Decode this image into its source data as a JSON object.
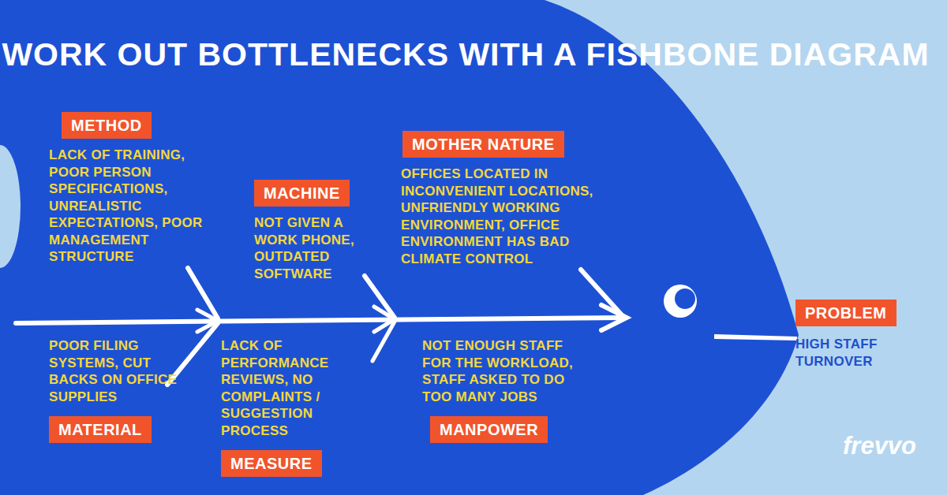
{
  "diagram": {
    "title": "WORK OUT BOTTLENECKS WITH A FISHBONE DIAGRAM",
    "nodes": [
      {
        "text": [
          "METHOD",
          "LACK OF TRAINING, POOR PERSON SPECIFICATIONS, UNREALISTIC EXPECTATIONS, POOR MANAGEMENT STRUCTURE"
        ]
      },
      {
        "text": [
          "MACHINE",
          "NOT GIVEN A WORK PHONE, OUTDATED SOFTWARE"
        ]
      },
      {
        "text": [
          "MOTHER NATURE",
          "OFFICES LOCATED IN INCONVENIENT LOCATIONS, UNFRIENDLY WORKING ENVIRONMENT, OFFICE ENVIRONMENT HAS BAD CLIMATE CONTROL"
        ]
      },
      {
        "text": [
          "POOR FILING SYSTEMS, CUT BACKS ON OFFICE SUPPLIES",
          "MATERIAL"
        ]
      },
      {
        "text": [
          "LACK OF PERFORMANCE REVIEWS, NO COMPLAINTS / SUGGESTION PROCESS",
          "MEASURE"
        ]
      },
      {
        "text": [
          "NOT ENOUGH STAFF FOR THE WORKLOAD, STAFF ASKED TO DO TOO MANY JOBS",
          "MANPOWER"
        ]
      },
      {
        "text": [
          "PROBLEM",
          "HIGH STAFF TURNOVER"
        ]
      }
    ],
    "labels": [
      "frevvo"
    ]
  }
}
